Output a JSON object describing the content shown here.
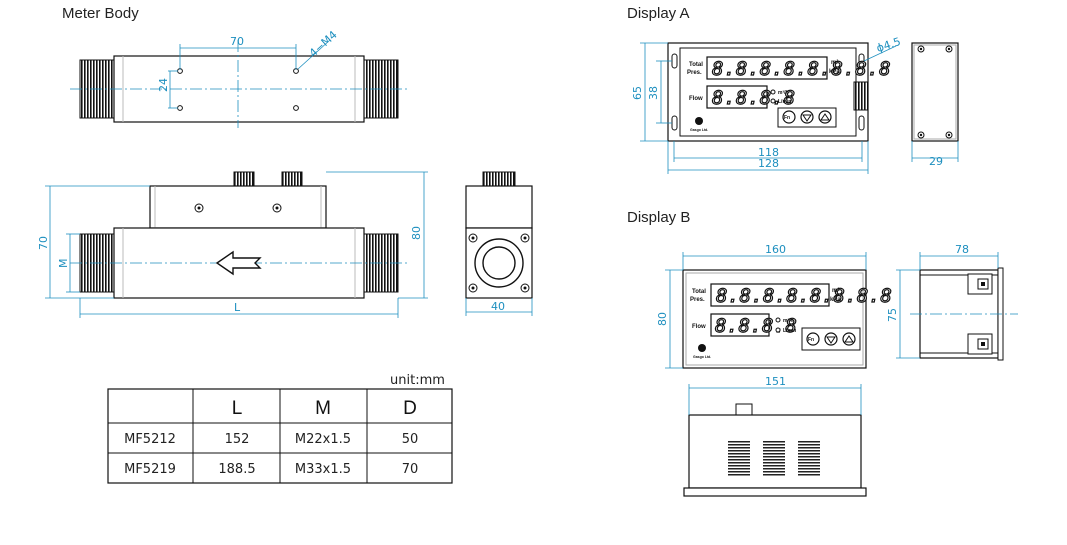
{
  "titles": {
    "meter_body": "Meter Body",
    "display_a": "Display A",
    "display_b": "Display B"
  },
  "meter_body": {
    "top_dim_70": "70",
    "top_dim_4m4": "4−M4",
    "top_dim_24": "24",
    "front_dim_70": "70",
    "front_dim_m": "M",
    "front_dim_80": "80",
    "front_dim_l": "L",
    "side_dim_40": "40"
  },
  "display_a": {
    "dim_65": "65",
    "dim_38": "38",
    "dim_118": "118",
    "dim_128": "128",
    "dim_phi45": "ϕ4.5",
    "dim_29": "29",
    "label_total": "Total",
    "label_pres": "Pres.",
    "label_flow": "Flow",
    "total_digits": "8.8.8.8.8.8.8.8",
    "flow_digits": "8.8.8.8",
    "unit_m3": "m³",
    "unit_kpa": "kPa",
    "led_m3h": "m³/h",
    "led_lmin": "L/min",
    "btn_fn": "Fn",
    "logo_text": "Gasgo Ltd."
  },
  "display_b": {
    "dim_160": "160",
    "dim_80": "80",
    "dim_78": "78",
    "dim_75": "75",
    "dim_151": "151",
    "label_total": "Total",
    "label_pres": "Pres.",
    "label_flow": "Flow",
    "total_digits": "8.8.8.8.8.8.8.8",
    "flow_digits": "8.8.8.8",
    "unit_m3": "m³",
    "unit_kpa": "kPa",
    "led_m3h": "m³/h",
    "led_lmin": "L/min",
    "btn_fn": "Fn",
    "logo_text": "Gasgo Ltd."
  },
  "table": {
    "unit": "unit:mm",
    "headers": [
      "",
      "L",
      "M",
      "D"
    ],
    "rows": [
      [
        "MF5212",
        "152",
        "M22x1.5",
        "50"
      ],
      [
        "MF5219",
        "188.5",
        "M33x1.5",
        "70"
      ]
    ]
  }
}
